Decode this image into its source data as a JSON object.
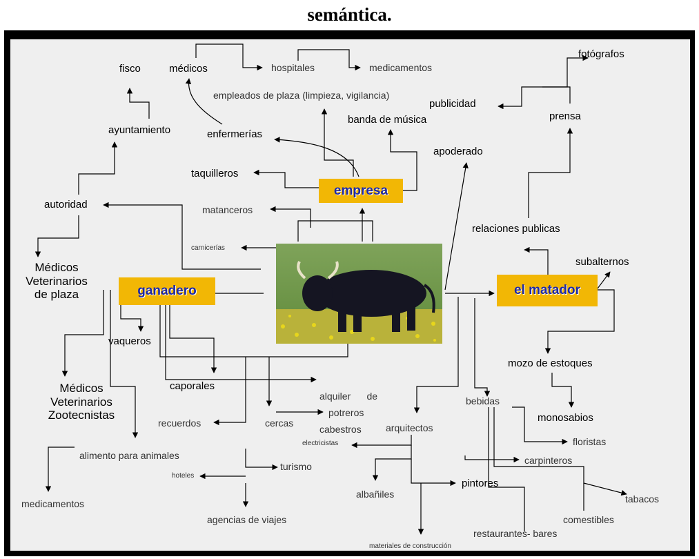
{
  "heading": "semántica.",
  "hubs": {
    "empresa": "empresa",
    "ganadero": "ganadero",
    "matador": "el matador"
  },
  "nodes": {
    "fotografos": "fotógrafos",
    "publicidad": "publicidad",
    "prensa": "prensa",
    "fisco": "fisco",
    "medicos": "médicos",
    "hospitales": "hospitales",
    "medicamentos_top": "medicamentos",
    "empleados": "empleados de plaza (limpieza, vigilancia)",
    "banda": "banda de música",
    "ayuntamiento": "ayuntamiento",
    "enfermerias": "enfermerías",
    "apoderado": "apoderado",
    "taquilleros": "taquilleros",
    "autoridad": "autoridad",
    "matanceros": "matanceros",
    "relaciones": "relaciones publicas",
    "carnicerias": "carnicerías",
    "medicos_plaza": [
      "Médicos",
      "Veterinarios",
      "de plaza"
    ],
    "subalternos": "subalternos",
    "vaqueros": "vaqueros",
    "medicos_zoo": [
      "Médicos",
      "Veterinarios",
      "Zootecnistas"
    ],
    "mozo": "mozo de estoques",
    "alquiler": [
      "alquiler      de",
      "cabestros"
    ],
    "caporales": "caporales",
    "bebidas": "bebidas",
    "potreros": "potreros",
    "recuerdos": "recuerdos",
    "cercas": "cercas",
    "arquitectos": "arquitectos",
    "monosabios": "monosabios",
    "electricistas": "electricistas",
    "floristas": "floristas",
    "alimento": "alimento para animales",
    "carpinteros": "carpinteros",
    "turismo": "turismo",
    "hoteles": "hoteles",
    "pintores": "pintores",
    "albaniles": "albañiles",
    "tabacos": "tabacos",
    "medicamentos_bottom": "medicamentos",
    "agencias": "agencias de viajes",
    "comestibles": "comestibles",
    "restaurantes": "restaurantes- bares",
    "materiales": "materiales de construcción"
  }
}
